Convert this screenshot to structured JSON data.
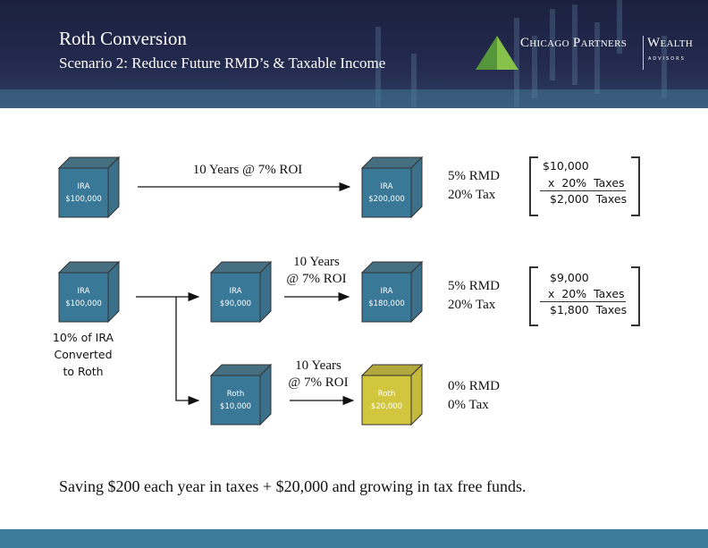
{
  "header": {
    "title": "Roth Conversion",
    "subtitle": "Scenario 2: Reduce Future RMD’s & Taxable Income",
    "logo": {
      "name": "Chicago Partners",
      "name2": "Wealth",
      "tagline": "ADVISORS"
    }
  },
  "colors": {
    "ira_cube": "#3a7696",
    "roth_grown_cube": "#d2c63e",
    "header": "#1e2444",
    "footer": "#3d7b9a",
    "logo_green": "#6db33f"
  },
  "scenario_without": {
    "start": {
      "type": "IRA",
      "amount": "$100,000"
    },
    "arrow_label": "10 Years @ 7% ROI",
    "end": {
      "type": "IRA",
      "amount": "$200,000"
    },
    "rmd": "5% RMD",
    "tax": "20% Tax",
    "calc": {
      "base": "$10,000",
      "multiplier": "x  20%  Taxes",
      "result": "$2,000  Taxes"
    }
  },
  "scenario_with": {
    "start": {
      "type": "IRA",
      "amount": "$100,000"
    },
    "note": [
      "10% of IRA",
      "Converted",
      "to Roth"
    ],
    "ira_branch": {
      "start": {
        "type": "IRA",
        "amount": "$90,000"
      },
      "arrow_label": [
        "10 Years",
        "@ 7% ROI"
      ],
      "end": {
        "type": "IRA",
        "amount": "$180,000"
      },
      "rmd": "5% RMD",
      "tax": "20% Tax",
      "calc": {
        "base": "$9,000",
        "multiplier": "x  20%  Taxes",
        "result": "$1,800  Taxes"
      }
    },
    "roth_branch": {
      "start": {
        "type": "Roth",
        "amount": "$10,000"
      },
      "arrow_label": [
        "10 Years",
        "@ 7% ROI"
      ],
      "end": {
        "type": "Roth",
        "amount": "$20,000"
      },
      "rmd": "0% RMD",
      "tax": "0% Tax"
    }
  },
  "summary": "Saving $200 each year in taxes + $20,000 and growing in tax free funds."
}
